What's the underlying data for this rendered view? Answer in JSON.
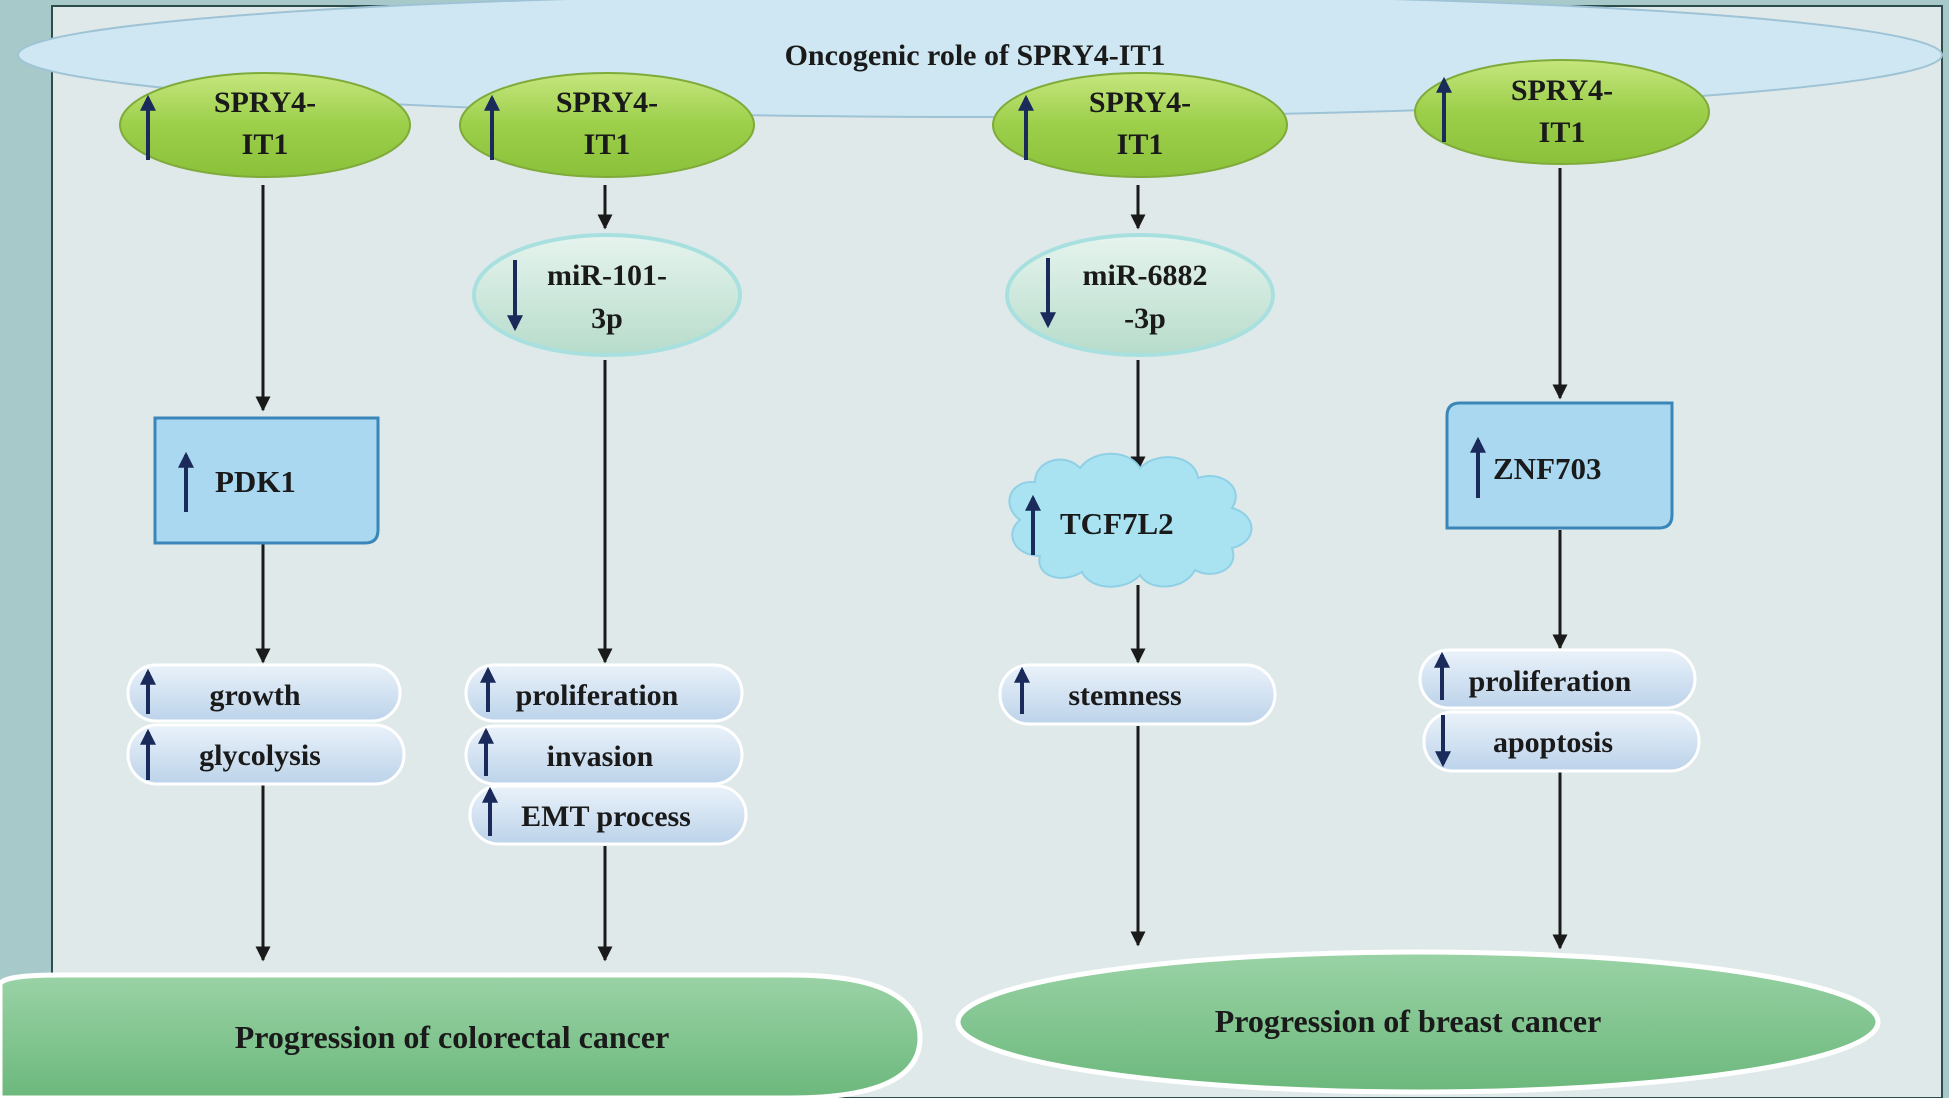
{
  "title": "Oncogenic role of SPRY4-IT1",
  "columns": [
    {
      "top": {
        "lines": [
          "SPRY4-",
          "IT1"
        ],
        "direction": "up"
      },
      "mirna": null,
      "target": {
        "label": "PDK1",
        "direction": "up",
        "shape": "box"
      },
      "effects": [
        {
          "label": "growth",
          "direction": "up"
        },
        {
          "label": "glycolysis",
          "direction": "up"
        }
      ]
    },
    {
      "top": {
        "lines": [
          "SPRY4-",
          "IT1"
        ],
        "direction": "up"
      },
      "mirna": {
        "lines": [
          "miR-101-",
          "3p"
        ],
        "direction": "down"
      },
      "target": null,
      "effects": [
        {
          "label": "proliferation",
          "direction": "up"
        },
        {
          "label": "invasion",
          "direction": "up"
        },
        {
          "label": "EMT  process",
          "direction": "up"
        }
      ]
    },
    {
      "top": {
        "lines": [
          "SPRY4-",
          "IT1"
        ],
        "direction": "up"
      },
      "mirna": {
        "lines": [
          "miR-6882",
          "-3p"
        ],
        "direction": "down"
      },
      "target": {
        "label": "TCF7L2",
        "direction": "up",
        "shape": "cloud"
      },
      "effects": [
        {
          "label": "stemness",
          "direction": "up"
        }
      ]
    },
    {
      "top": {
        "lines": [
          "SPRY4-",
          "IT1"
        ],
        "direction": "up"
      },
      "mirna": null,
      "target": {
        "label": "ZNF703",
        "direction": "up",
        "shape": "box"
      },
      "effects": [
        {
          "label": "proliferation",
          "direction": "up"
        },
        {
          "label": "apoptosis",
          "direction": "down"
        }
      ]
    }
  ],
  "outcomes": [
    {
      "label": "Progression of colorectal cancer"
    },
    {
      "label": "Progression of breast cancer"
    }
  ],
  "colors": {
    "background": "#a8c9c9",
    "panel": "#dfe9e9",
    "title_ellipse": "#cfe7f2",
    "node_green": "#9ccf4a",
    "mirna": "#cde8dc",
    "box": "#a9d8f0",
    "cloud": "#a9e3f2",
    "pill": "#cfe0f0",
    "outcome": "#7fc48e",
    "arrow": "#1a1a1a",
    "indicator": "#1a2a5a"
  }
}
